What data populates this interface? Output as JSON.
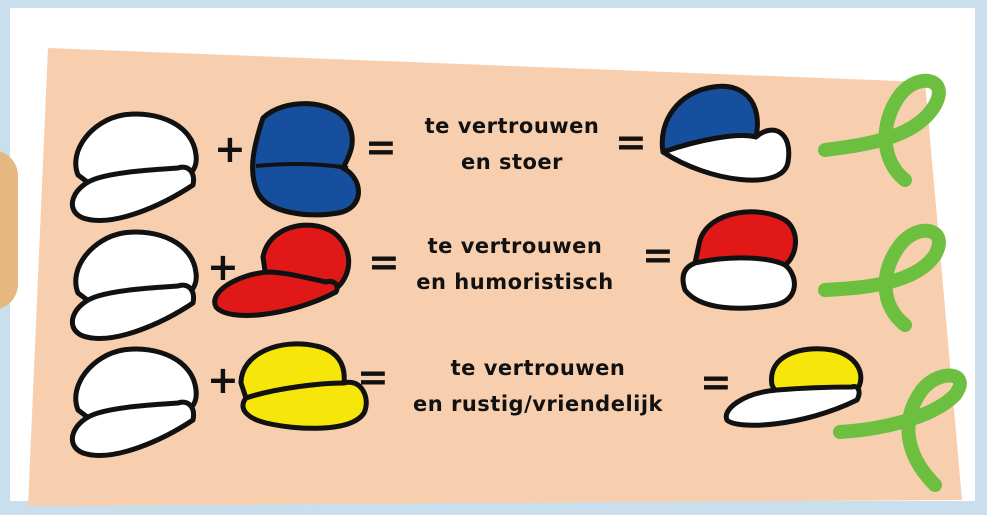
{
  "colors": {
    "panel": "#f8cfae",
    "frame": "#c9dfee",
    "blue": "#174f9f",
    "red": "#e01818",
    "yellow": "#f7e60a",
    "white": "#ffffff",
    "ribbon": "#6cbf3f",
    "outline": "#111111"
  },
  "operators": {
    "plus": "+",
    "equals": "="
  },
  "rows": [
    {
      "id": "blue",
      "second_cap_color": "blue",
      "line1": "te vertrouwen",
      "line2": "en stoer"
    },
    {
      "id": "red",
      "second_cap_color": "red",
      "line1": "te vertrouwen",
      "line2": "en humoristisch"
    },
    {
      "id": "yellow",
      "second_cap_color": "yellow",
      "line1": "te vertrouwen",
      "line2": "en rustig/vriendelijk"
    }
  ]
}
